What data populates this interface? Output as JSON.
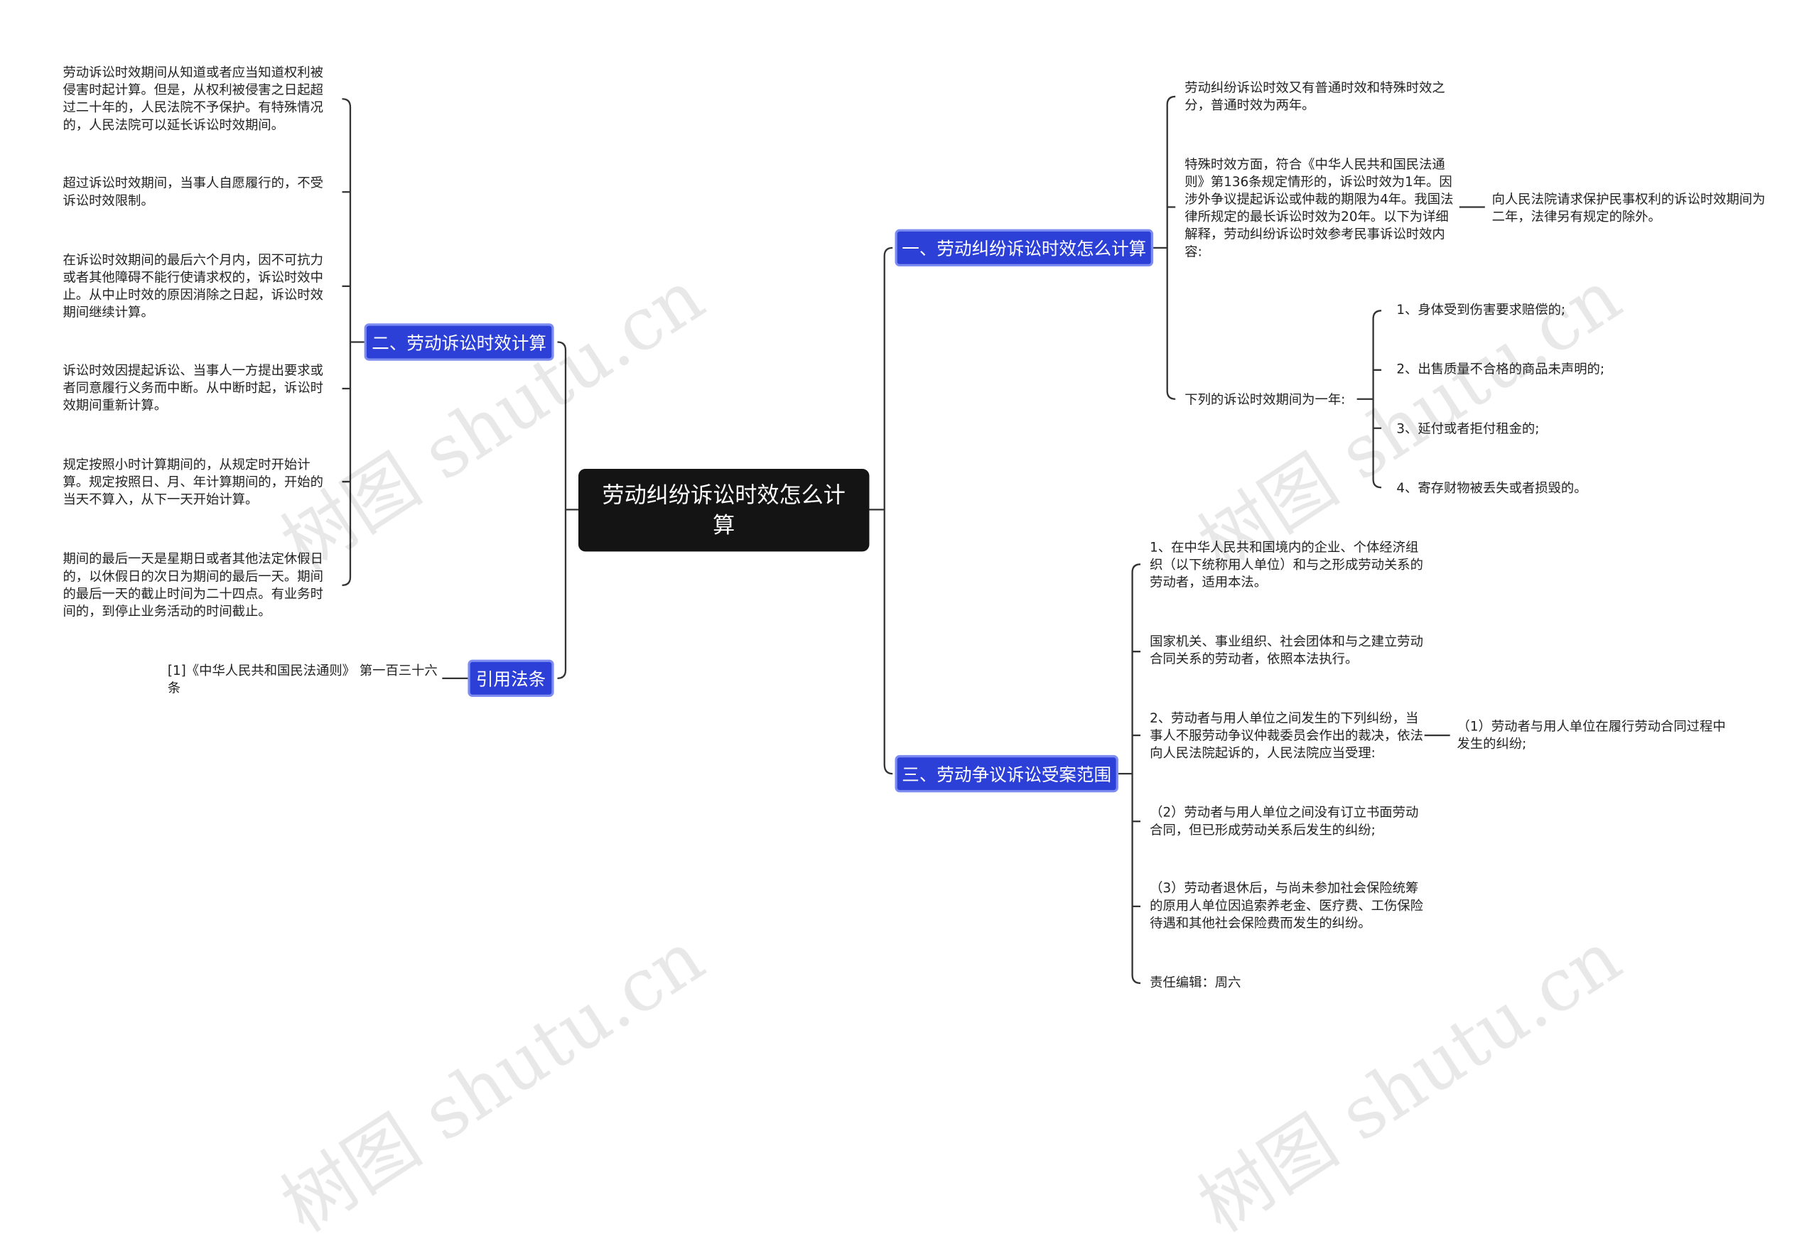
{
  "root": {
    "title": "劳动纠纷诉讼时效怎么计算"
  },
  "branches": {
    "b1": {
      "label": "一、劳动纠纷诉讼时效怎么计算",
      "children": [
        "劳动纠纷诉讼时效又有普通时效和特殊时效之分，普通时效为两年。",
        "特殊时效方面，符合《中华人民共和国民法通则》第136条规定情形的，诉讼时效为1年。因涉外争议提起诉讼或仲裁的期限为4年。我国法律所规定的最长诉讼时效为20年。以下为详细解释，劳动纠纷诉讼时效参考民事诉讼时效内容:",
        "下列的诉讼时效期间为一年:"
      ],
      "sub_general": "向人民法院请求保护民事权利的诉讼时效期间为二年，法律另有规定的除外。",
      "one_year_items": [
        "1、身体受到伤害要求赔偿的;",
        "2、出售质量不合格的商品未声明的;",
        "3、延付或者拒付租金的;",
        "4、寄存财物被丢失或者损毁的。"
      ]
    },
    "b2": {
      "label": "二、劳动诉讼时效计算",
      "children": [
        "劳动诉讼时效期间从知道或者应当知道权利被侵害时起计算。但是，从权利被侵害之日起超过二十年的，人民法院不予保护。有特殊情况的，人民法院可以延长诉讼时效期间。",
        "超过诉讼时效期间，当事人自愿履行的，不受诉讼时效限制。",
        "在诉讼时效期间的最后六个月内，因不可抗力或者其他障碍不能行使请求权的，诉讼时效中止。从中止时效的原因消除之日起，诉讼时效期间继续计算。",
        "诉讼时效因提起诉讼、当事人一方提出要求或者同意履行义务而中断。从中断时起，诉讼时效期间重新计算。",
        "规定按照小时计算期间的，从规定时开始计算。规定按照日、月、年计算期间的，开始的当天不算入，从下一天开始计算。",
        "期间的最后一天是星期日或者其他法定休假日的，以休假日的次日为期间的最后一天。期间的最后一天的截止时间为二十四点。有业务时间的，到停止业务活动的时间截止。"
      ]
    },
    "b3": {
      "label": "三、劳动争议诉讼受案范围",
      "children": [
        "1、在中华人民共和国境内的企业、个体经济组织（以下统称用人单位）和与之形成劳动关系的劳动者，适用本法。",
        "国家机关、事业组织、社会团体和与之建立劳动合同关系的劳动者，依照本法执行。",
        "2、劳动者与用人单位之间发生的下列纠纷，当事人不服劳动争议仲裁委员会作出的裁决，依法向人民法院起诉的，人民法院应当受理:",
        "（2）劳动者与用人单位之间没有订立书面劳动合同，但已形成劳动关系后发生的纠纷;",
        "（3）劳动者退休后，与尚未参加社会保险统筹的原用人单位因追索养老金、医疗费、工伤保险待遇和其他社会保险费而发生的纠纷。",
        "责任编辑：周六"
      ],
      "sub_dispute": "（1）劳动者与用人单位在履行劳动合同过程中发生的纠纷;"
    },
    "b4": {
      "label": "引用法条",
      "children": [
        "[1]《中华人民共和国民法通则》 第一百三十六条"
      ]
    }
  },
  "watermark": "树图 shutu.cn",
  "colors": {
    "root": "#141414",
    "branch": "#2c3fd6",
    "line": "#333333"
  }
}
